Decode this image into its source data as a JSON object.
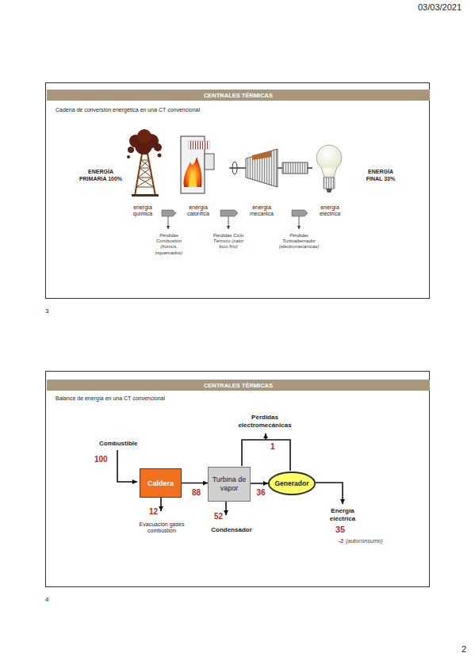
{
  "diagram": {
    "nodes": [
      {
        "text": [
          "Cadena de conversión energética en una CT convencional"
        ]
      },
      {
        "text": [
          "CENTRALES TÉRMICAS"
        ],
        "in": 0
      },
      {
        "text": [
          "Balance de energía en una CT convencional"
        ]
      },
      {
        "text": [
          "CENTRALES TÉRMICAS"
        ],
        "in": 2
      },
      {
        "text": [
          "Caldera"
        ],
        "in": 2
      },
      {
        "text": [
          "Turbina de vapor"
        ],
        "in": 2
      },
      {
        "text": [
          "Generador"
        ],
        "in": 2
      }
    ],
    "edges": [
      {
        "from": 4,
        "to": 5,
        "label": "88",
        "arrow": "to"
      },
      {
        "from": 5,
        "to": 6,
        "label": "36",
        "arrow": "to"
      }
    ],
    "labels": [
      "03/03/2021",
      "ENERGÍA PRIMARIA 100%",
      "ENERGÍA FINAL 33%",
      "energía química",
      "energía calorífica",
      "energía mecánica",
      "energía eléctrica",
      "Pérdidas Combustión (humos, inquemados)",
      "Pérdidas Ciclo Térmico (calor foco frío)",
      "Pérdidas Turboalternador (electromecánicas)",
      "3",
      "Combustible",
      "100",
      "12",
      "Evacuación gases combustión",
      "52",
      "Condensador",
      "Pérdidas electromecánicas",
      "1",
      "Energía eléctrica",
      "35",
      "-2",
      "(autoconsumo)",
      "4",
      "2"
    ]
  }
}
